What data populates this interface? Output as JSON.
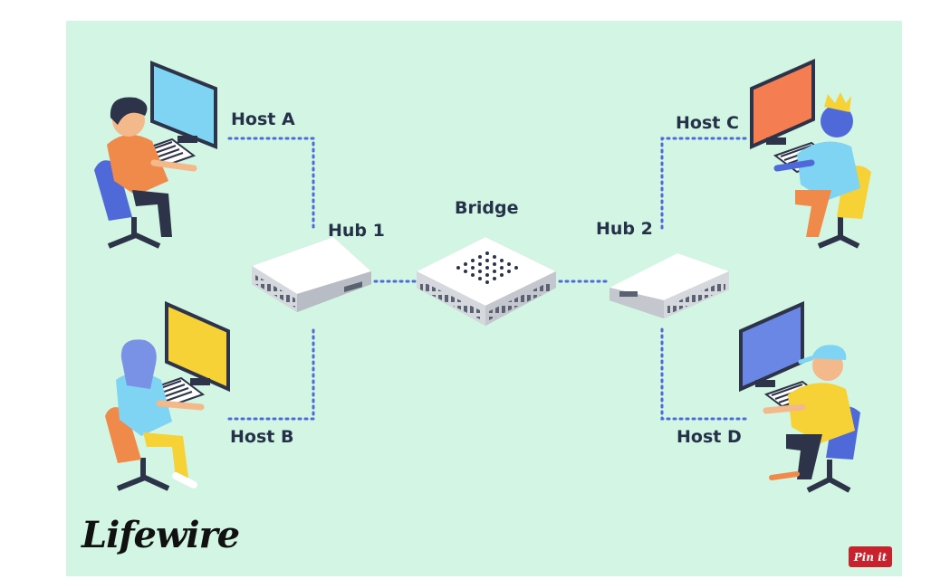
{
  "labels": {
    "host_a": "Host A",
    "host_b": "Host B",
    "host_c": "Host C",
    "host_d": "Host D",
    "hub_1": "Hub 1",
    "hub_2": "Hub 2",
    "bridge": "Bridge"
  },
  "brand": {
    "logo": "Lifewire",
    "pin": "Pin it"
  },
  "colors": {
    "background": "#d2f5e4",
    "link": "#4f6ad8",
    "label_text": "#253049",
    "pin_button": "#c8232c"
  },
  "icons": [
    "desktop-computer-icon",
    "network-hub-icon",
    "network-bridge-icon",
    "person-at-desk-icon"
  ]
}
